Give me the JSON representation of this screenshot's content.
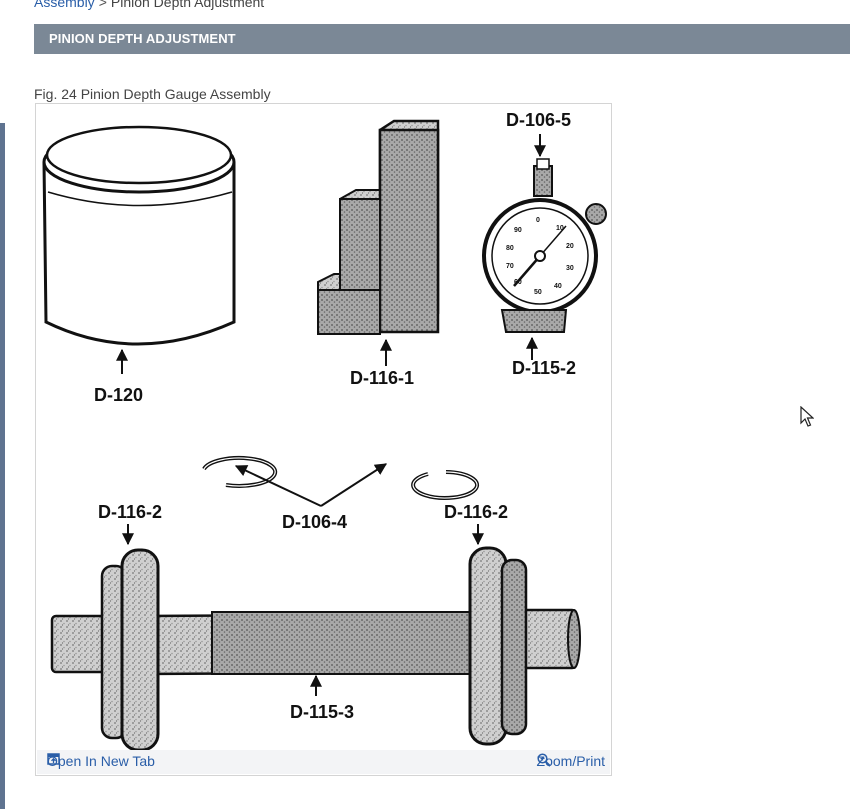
{
  "breadcrumb": {
    "parent": "Assembly",
    "separator": ">",
    "current": "Pinion Depth Adjustment"
  },
  "section": {
    "title": "PINION DEPTH ADJUSTMENT"
  },
  "figure": {
    "caption": "Fig. 24 Pinion Depth Gauge Assembly",
    "labels": {
      "d120": "D-120",
      "d116_1": "D-116-1",
      "d106_5": "D-106-5",
      "d115_2": "D-115-2",
      "d106_4": "D-106-4",
      "d116_2_left": "D-116-2",
      "d116_2_right": "D-116-2",
      "d115_3": "D-115-3"
    },
    "gauge_numbers": [
      "0",
      "10",
      "20",
      "30",
      "40",
      "50",
      "60",
      "70",
      "80",
      "90"
    ],
    "open_in_new_tab": "Open In New Tab",
    "zoom_print": "Zoom/Print"
  },
  "colors": {
    "header_bg": "#7b8896",
    "link": "#2a5ea8",
    "rail": "#5f7390"
  }
}
